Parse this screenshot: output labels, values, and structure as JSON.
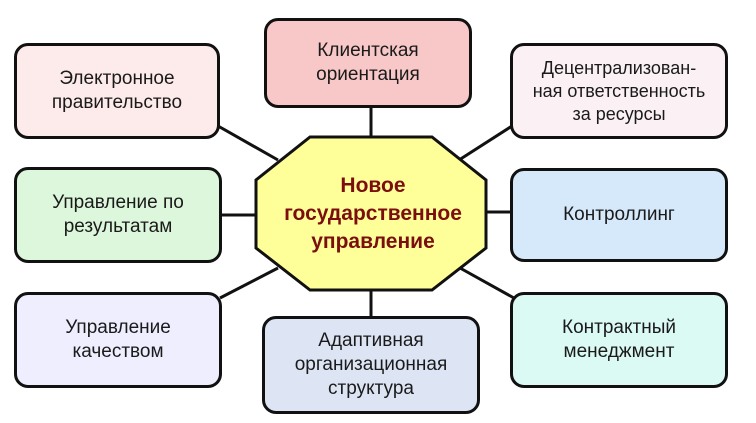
{
  "center": {
    "label": "Новое\nгосударственное\nуправление",
    "fill": "#ffff99",
    "text_color": "#7b0f0f"
  },
  "nodes": [
    {
      "id": "electronic-government",
      "label": "Электронное\nправительство",
      "fill": "#fdeaea"
    },
    {
      "id": "client-orientation",
      "label": "Клиентская\nориентация",
      "fill": "#f8c8c8"
    },
    {
      "id": "decentralized-responsibility",
      "label": "Децентрализован-\nная ответственность\nза ресурсы",
      "fill": "#fbf0f3"
    },
    {
      "id": "results-management",
      "label": "Управление по\nрезультатам",
      "fill": "#dcf7dc"
    },
    {
      "id": "controlling",
      "label": "Контроллинг",
      "fill": "#d6e9fa"
    },
    {
      "id": "quality-management",
      "label": "Управление\nкачеством",
      "fill": "#eeeeff"
    },
    {
      "id": "adaptive-structure",
      "label": "Адаптивная\nорганизационная\nструктура",
      "fill": "#dde5f5"
    },
    {
      "id": "contract-management",
      "label": "Контрактный\nменеджмент",
      "fill": "#dcfaf4"
    }
  ]
}
